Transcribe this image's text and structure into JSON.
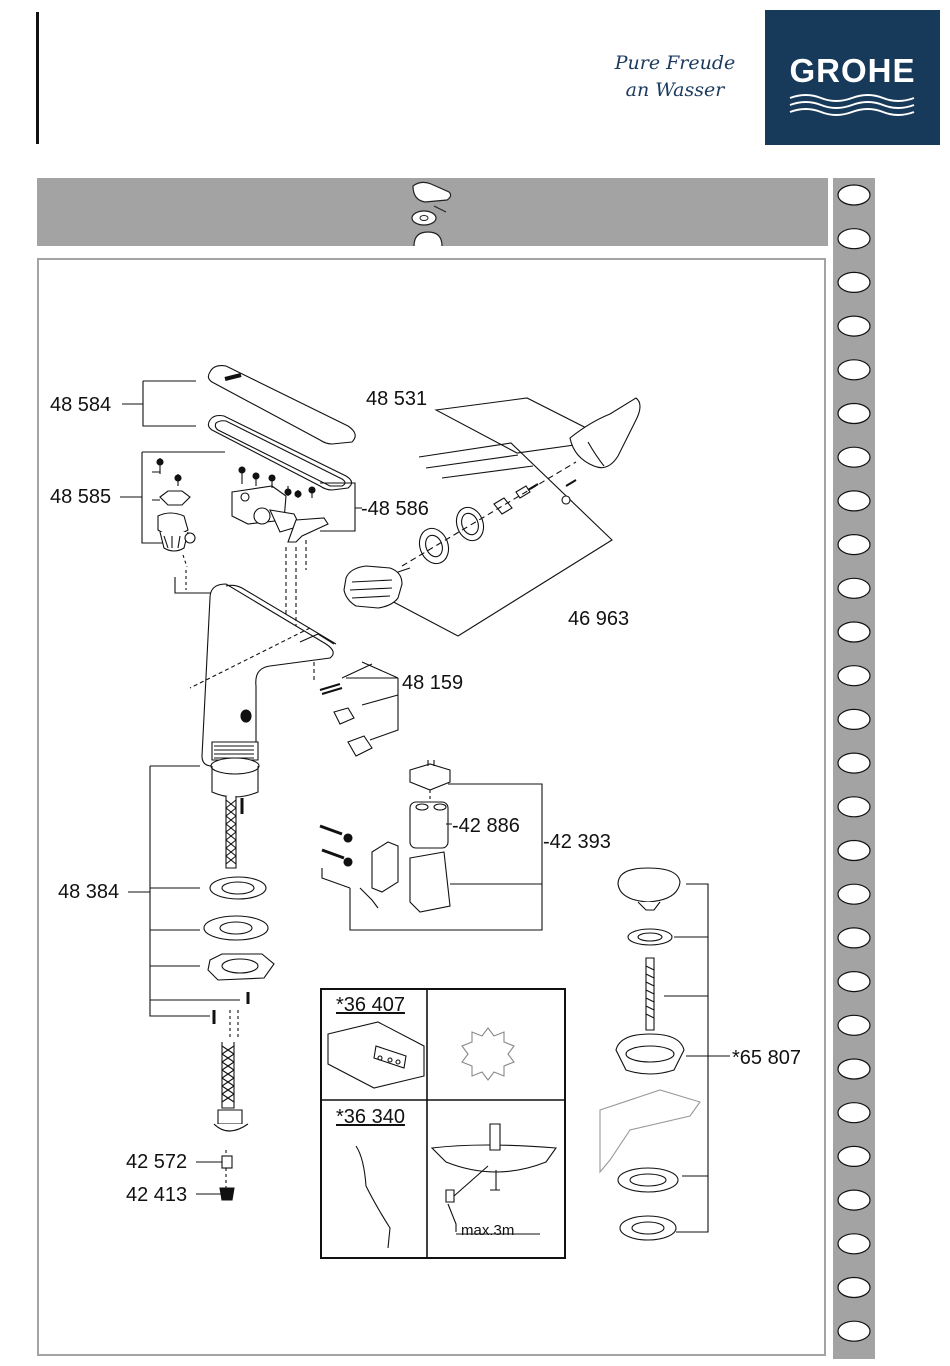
{
  "brand": {
    "logo_text": "GROHE",
    "tagline_line1": "Pure Freude",
    "tagline_line2": "an Wasser",
    "logo_bg_color": "#173a5a"
  },
  "part_numbers": {
    "p48584": "48 584",
    "p48585": "48 585",
    "p48531": "48 531",
    "p48586": "-48 586",
    "p46963": "46 963",
    "p48159": "48 159",
    "p48384": "48 384",
    "p42886": "-42 886",
    "p42393": "-42 393",
    "p42572": "42 572",
    "p42413": "42 413",
    "p65807": "*65 807"
  },
  "accessories": {
    "remote_code": "*36 407",
    "cable_code": "*36 340",
    "max_length": "max.3m"
  },
  "sidebar": {
    "oval_count": 27
  }
}
